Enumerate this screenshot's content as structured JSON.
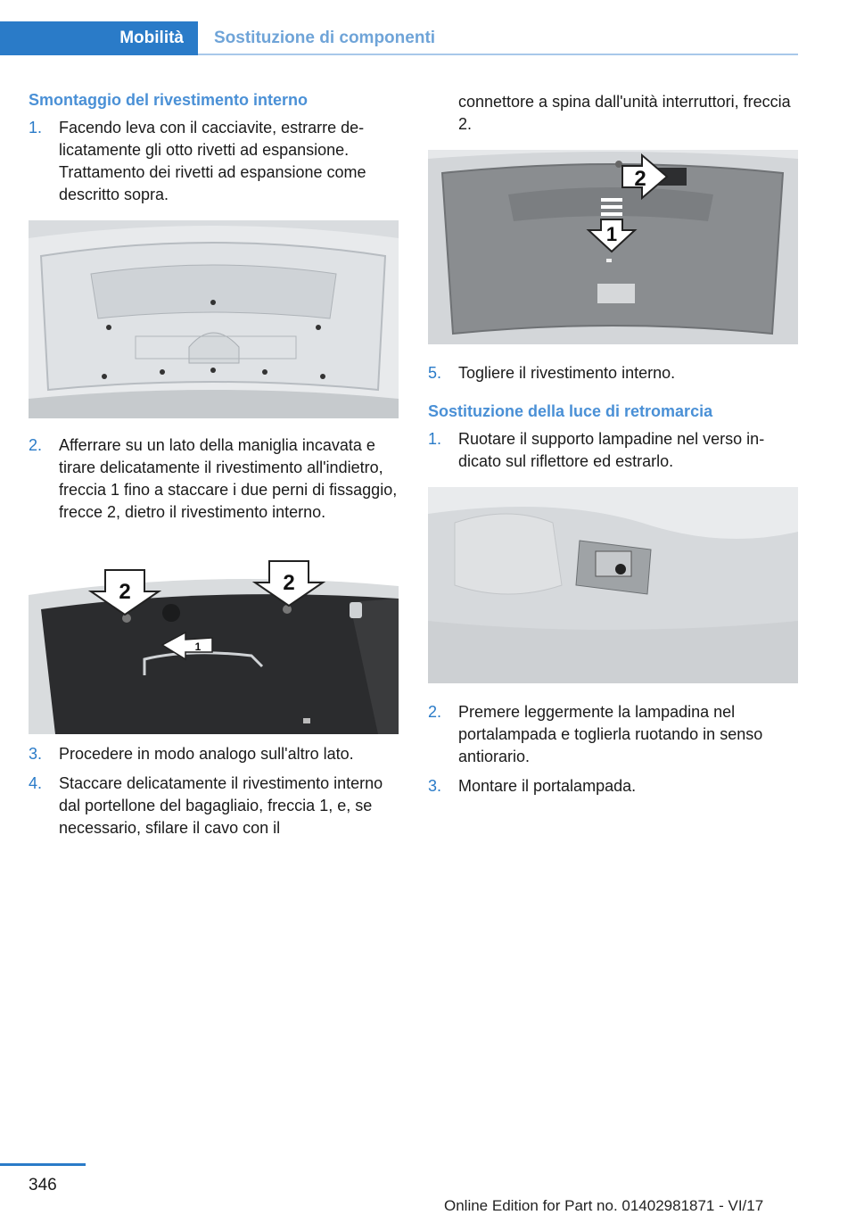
{
  "header": {
    "chapter": "Mobilità",
    "section": "Sostituzione di componenti"
  },
  "left": {
    "title": "Smontaggio del rivestimento interno",
    "step1": {
      "num": "1.",
      "text": "Facendo leva con il cacciavite, estrarre de­licatamente gli otto rivetti ad espansione. Trattamento dei rivetti ad espansione come descritto sopra."
    },
    "step2": {
      "num": "2.",
      "text": "Afferrare su un lato della maniglia incavata e tirare delicatamente il rivestimento all'in­dietro, freccia 1 fino a staccare i due perni di fissaggio, frecce 2, dietro il rivestimento interno."
    },
    "fig2_labels": {
      "a": "2",
      "b": "2",
      "c": "1"
    },
    "step3": {
      "num": "3.",
      "text": "Procedere in modo analogo sull'altro lato."
    },
    "step4": {
      "num": "4.",
      "text": "Staccare delicatamente il rivestimento in­terno dal portellone del bagagliaio, frec­cia 1, e, se necessario, sfilare il cavo con il"
    }
  },
  "right": {
    "step4_cont": "connettore a spina dall'unità interruttori, freccia 2.",
    "fig3_labels": {
      "a": "2",
      "b": "1"
    },
    "step5": {
      "num": "5.",
      "text": "Togliere il rivestimento interno."
    },
    "title": "Sostituzione della luce di retromarcia",
    "r1": {
      "num": "1.",
      "text": "Ruotare il supporto lampadine nel verso in­dicato sul riflettore ed estrarlo."
    },
    "r2": {
      "num": "2.",
      "text": "Premere leggermente la lampadina nel portalampada e toglierla ruotando in senso antiorario."
    },
    "r3": {
      "num": "3.",
      "text": "Montare il portalampada."
    }
  },
  "footer": {
    "page": "346",
    "edition": "Online Edition for Part no. 01402981871 - VI/17"
  }
}
